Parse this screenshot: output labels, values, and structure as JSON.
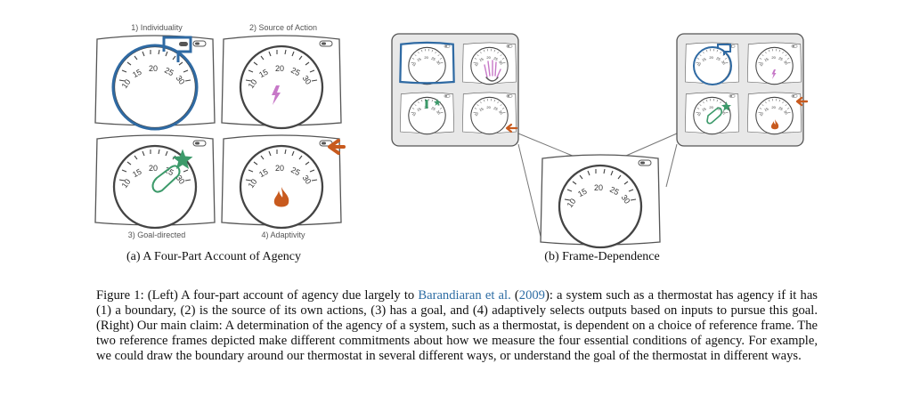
{
  "panel_a": {
    "titles": [
      "1) Individuality",
      "2) Source of Action",
      "3) Goal-directed",
      "4) Adaptivity"
    ],
    "subcaption": "(a)  A Four-Part Account of Agency"
  },
  "panel_b": {
    "subcaption": "(b)  Frame-Dependence"
  },
  "dial_numbers": [
    "10",
    "15",
    "20",
    "25",
    "30"
  ],
  "colors": {
    "boundary_blue": "#2f6aa3",
    "action_purple": "#c778c8",
    "goal_green": "#3c9a6a",
    "adapt_orange": "#c85a1e",
    "citation_blue": "#2e6da4"
  },
  "caption": {
    "part1": "Figure 1: (Left) A four-part account of agency due largely to ",
    "citation_author": "Barandiaran et al.",
    "part2": " (",
    "citation_year": "2009",
    "part3": "): a system such as a thermostat has agency if it has (1) a boundary, (2) is the source of its own actions, (3) has a goal, and (4) adaptively selects outputs based on inputs to pursue this goal. (Right) Our main claim: A determination of the agency of a system, such as a thermostat, is dependent on a choice of reference frame. The two reference frames depicted make different commitments about how we measure the four essential conditions of agency. For example, we could draw the boundary around our thermostat in several different ways, or understand the goal of the thermostat in different ways."
  }
}
